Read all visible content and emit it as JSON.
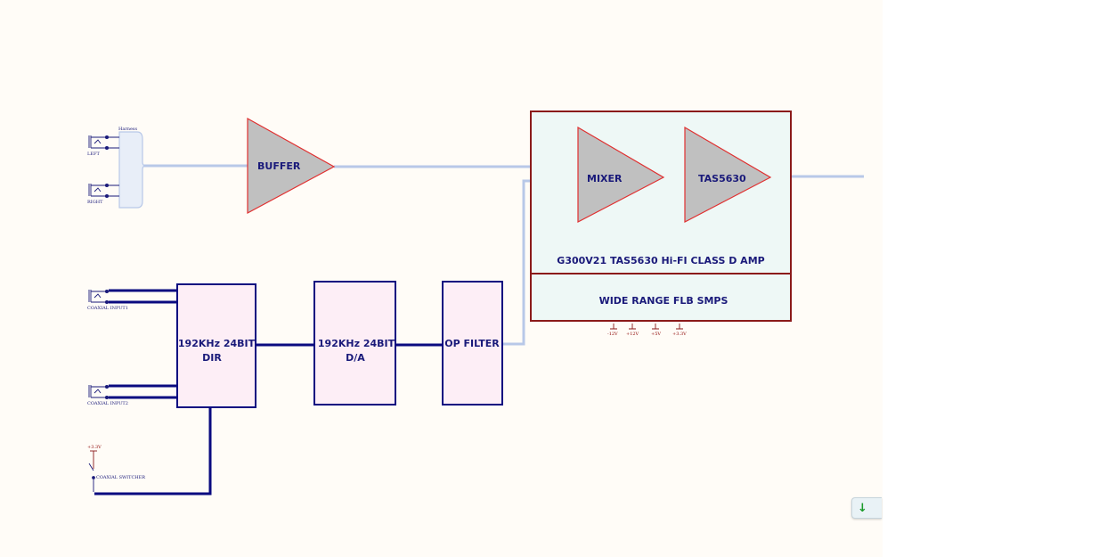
{
  "blocks": {
    "buffer": "BUFFER",
    "mixer": "MIXER",
    "amp_chip": "TAS5630",
    "amp_module": "G300V21 TAS5630 Hi-FI CLASS D AMP",
    "smps": "WIDE RANGE FLB SMPS",
    "dir_line1": "192KHz 24BIT",
    "dir_line2": "DIR",
    "da_line1": "192KHz 24BIT",
    "da_line2": "D/A",
    "op_filter": "OP FILTER"
  },
  "connectors": {
    "harness": "Harness",
    "left": "LEFT",
    "right": "RIGHT",
    "coax1": "COAXIAL INPUT1",
    "coax2": "COAXIAL INPUT2",
    "switch_supply": "+3.3V",
    "switch": "COAXIAL SWITCHER"
  },
  "power_rails": [
    "-12V",
    "+12V",
    "+5V",
    "+3.3V"
  ],
  "ui": {
    "scroll_icon": "↓"
  }
}
